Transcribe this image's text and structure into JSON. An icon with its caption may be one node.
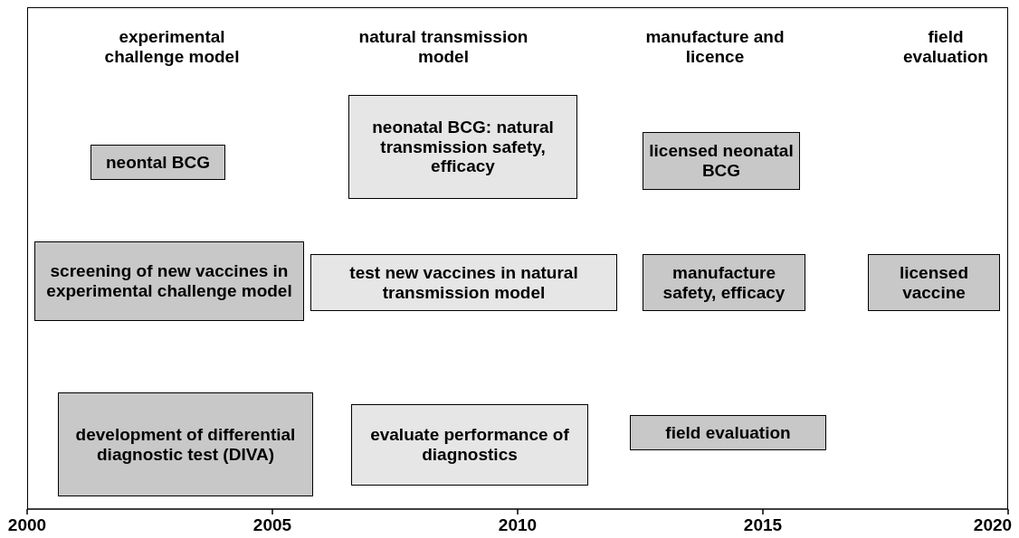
{
  "diagram": {
    "nodes": [
      {
        "text": [
          "neontal BCG"
        ]
      },
      {
        "text": [
          "neonatal BCG: natural transmission safety, efficacy"
        ]
      },
      {
        "text": [
          "licensed neonatal BCG"
        ]
      },
      {
        "text": [
          "screening of new vaccines in experimental challenge model"
        ]
      },
      {
        "text": [
          "test new vaccines in natural transmission model"
        ]
      },
      {
        "text": [
          "manufacture safety, efficacy"
        ]
      },
      {
        "text": [
          "licensed vaccine"
        ]
      },
      {
        "text": [
          "development of differential diagnostic test (DIVA)"
        ]
      },
      {
        "text": [
          "evaluate performance of diagnostics"
        ]
      },
      {
        "text": [
          "field evaluation"
        ]
      }
    ],
    "labels": [
      "experimental challenge model",
      "natural transmission model",
      "manufacture and licence",
      "field evaluation",
      "2000",
      "2005",
      "2010",
      "2015",
      "2020"
    ]
  }
}
